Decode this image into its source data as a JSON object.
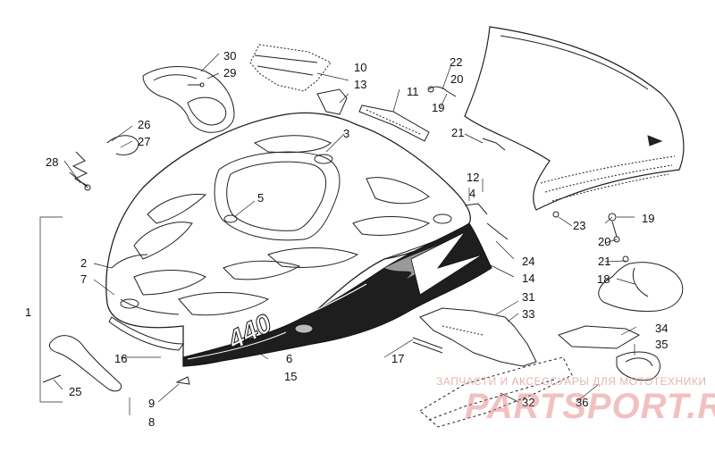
{
  "diagram": {
    "decal_text": "440",
    "callouts": {
      "c1": "1",
      "c2": "2",
      "c3": "3",
      "c4": "4",
      "c5": "5",
      "c6": "6",
      "c7": "7",
      "c8": "8",
      "c9": "9",
      "c10": "10",
      "c11": "11",
      "c12": "12",
      "c13": "13",
      "c14": "14",
      "c15": "15",
      "c16": "16",
      "c17": "17",
      "c18": "18",
      "c19a": "19",
      "c19b": "19",
      "c20a": "20",
      "c20b": "20",
      "c21a": "21",
      "c21b": "21",
      "c22": "22",
      "c23": "23",
      "c24": "24",
      "c25": "25",
      "c26": "26",
      "c27": "27",
      "c28": "28",
      "c29": "29",
      "c30": "30",
      "c31": "31",
      "c32": "32",
      "c33": "33",
      "c34": "34",
      "c35": "35",
      "c36": "36"
    }
  },
  "watermark": {
    "top_text": "ЗАПЧАСТИ И АКСЕССУАРЫ ДЛЯ МОТОТЕХНИКИ",
    "logo_text": "PARTSPORT.RU"
  },
  "colors": {
    "line": "#222222",
    "decal_dark": "#1e1e1e",
    "watermark": "#e27878"
  }
}
